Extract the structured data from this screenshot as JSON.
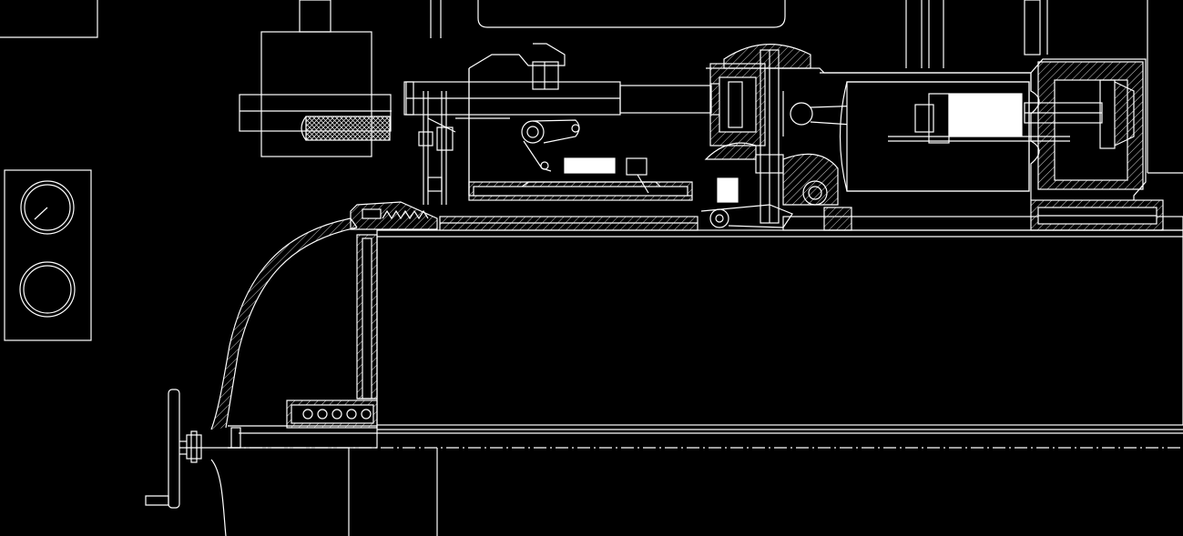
{
  "colors": {
    "background": "#000000",
    "line": "#ffffff",
    "hatch": "#bfbfbf"
  },
  "panel": {
    "gauge_count": 2,
    "gauge_types": [
      "pressure-dial",
      "blank-dial"
    ]
  },
  "icons": [
    "hand-wheel-icon",
    "pressure-gauge-icon"
  ]
}
